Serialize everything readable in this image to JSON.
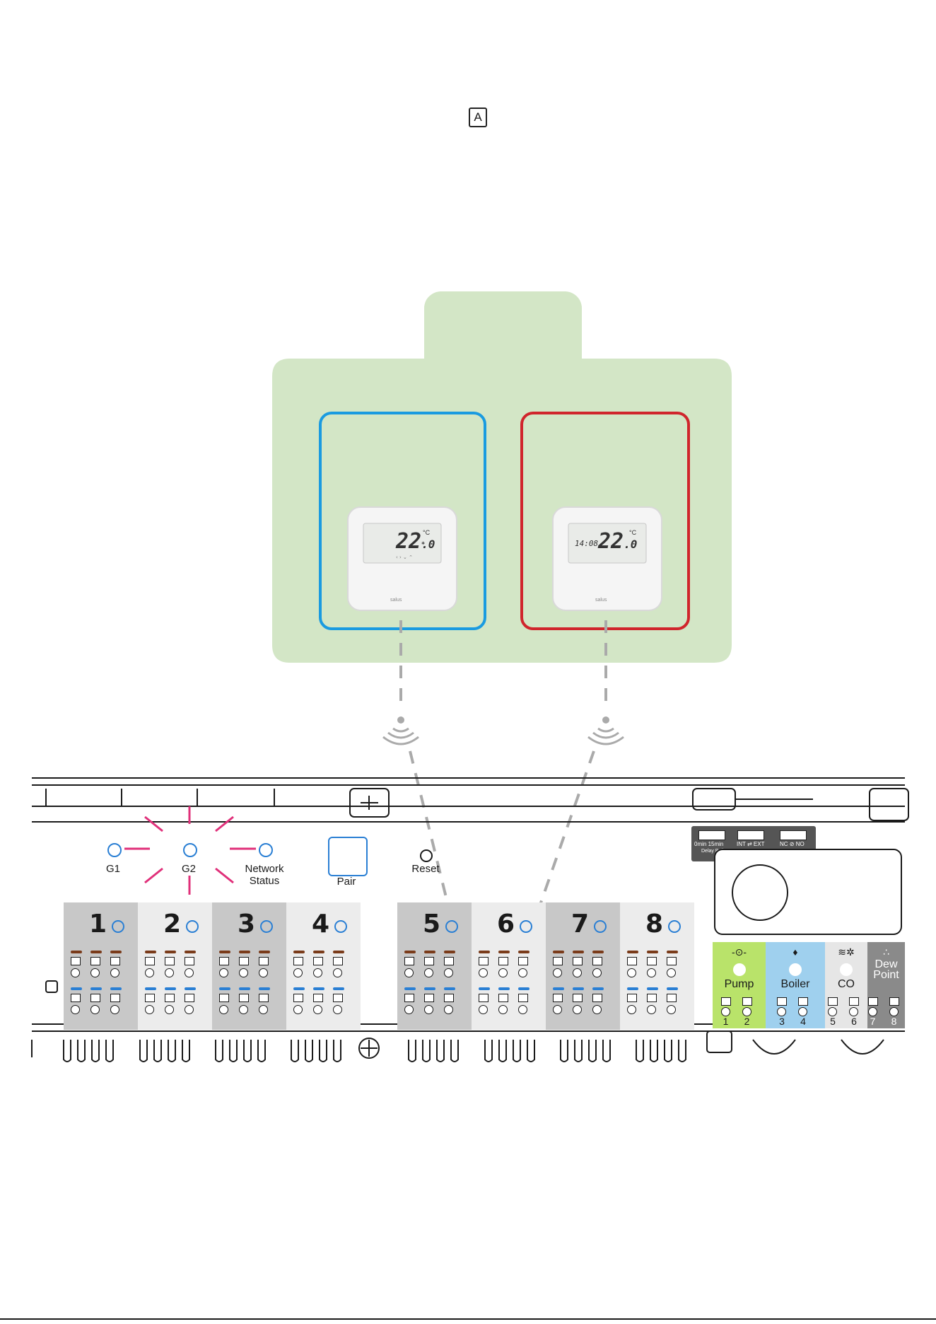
{
  "header": {
    "mode_badge": "A"
  },
  "thermostats": [
    {
      "name": "thermostat-1",
      "frame_color": "#1a9be0",
      "temperature": "22",
      "decimal": ".0",
      "unit": "°C",
      "clock": "",
      "brand": "salus"
    },
    {
      "name": "thermostat-2",
      "frame_color": "#d0252c",
      "temperature": "22",
      "decimal": ".0",
      "unit": "°C",
      "clock": "14:08",
      "brand": "salus"
    }
  ],
  "controller": {
    "leds": {
      "g1": "G1",
      "g2": "G2",
      "network_line1": "Network",
      "network_line2": "Status"
    },
    "pair_label": "Pair",
    "reset_label": "Reset",
    "zones": [
      "1",
      "2",
      "3",
      "4",
      "5",
      "6",
      "7",
      "8"
    ],
    "dip_switches": {
      "delay_line1": "0min 15min",
      "delay_line2": "Delay Boiler",
      "int_ext": "INT ⇄ EXT",
      "nc_no": "NC ⊘ NO"
    },
    "functions": [
      {
        "label": "Pump",
        "pins": [
          "1",
          "2"
        ],
        "color": "#b9e36a",
        "icon": "pump-icon"
      },
      {
        "label": "Boiler",
        "pins": [
          "3",
          "4"
        ],
        "color": "#9fd0ee",
        "icon": "flame-icon"
      },
      {
        "label": "CO",
        "pins": [
          "5",
          "6"
        ],
        "color": "#e6e6e6",
        "icon": "heat-cool-icon"
      },
      {
        "label": "Dew\nPoint",
        "pins": [
          "7",
          "8"
        ],
        "color": "#8a8a8a",
        "icon": "dew-icon"
      }
    ]
  },
  "colors": {
    "room_fill": "#d3e6c6",
    "signal_pink": "#e0307a",
    "brown": "#7a3b1a",
    "blue": "#2a7fd4"
  }
}
